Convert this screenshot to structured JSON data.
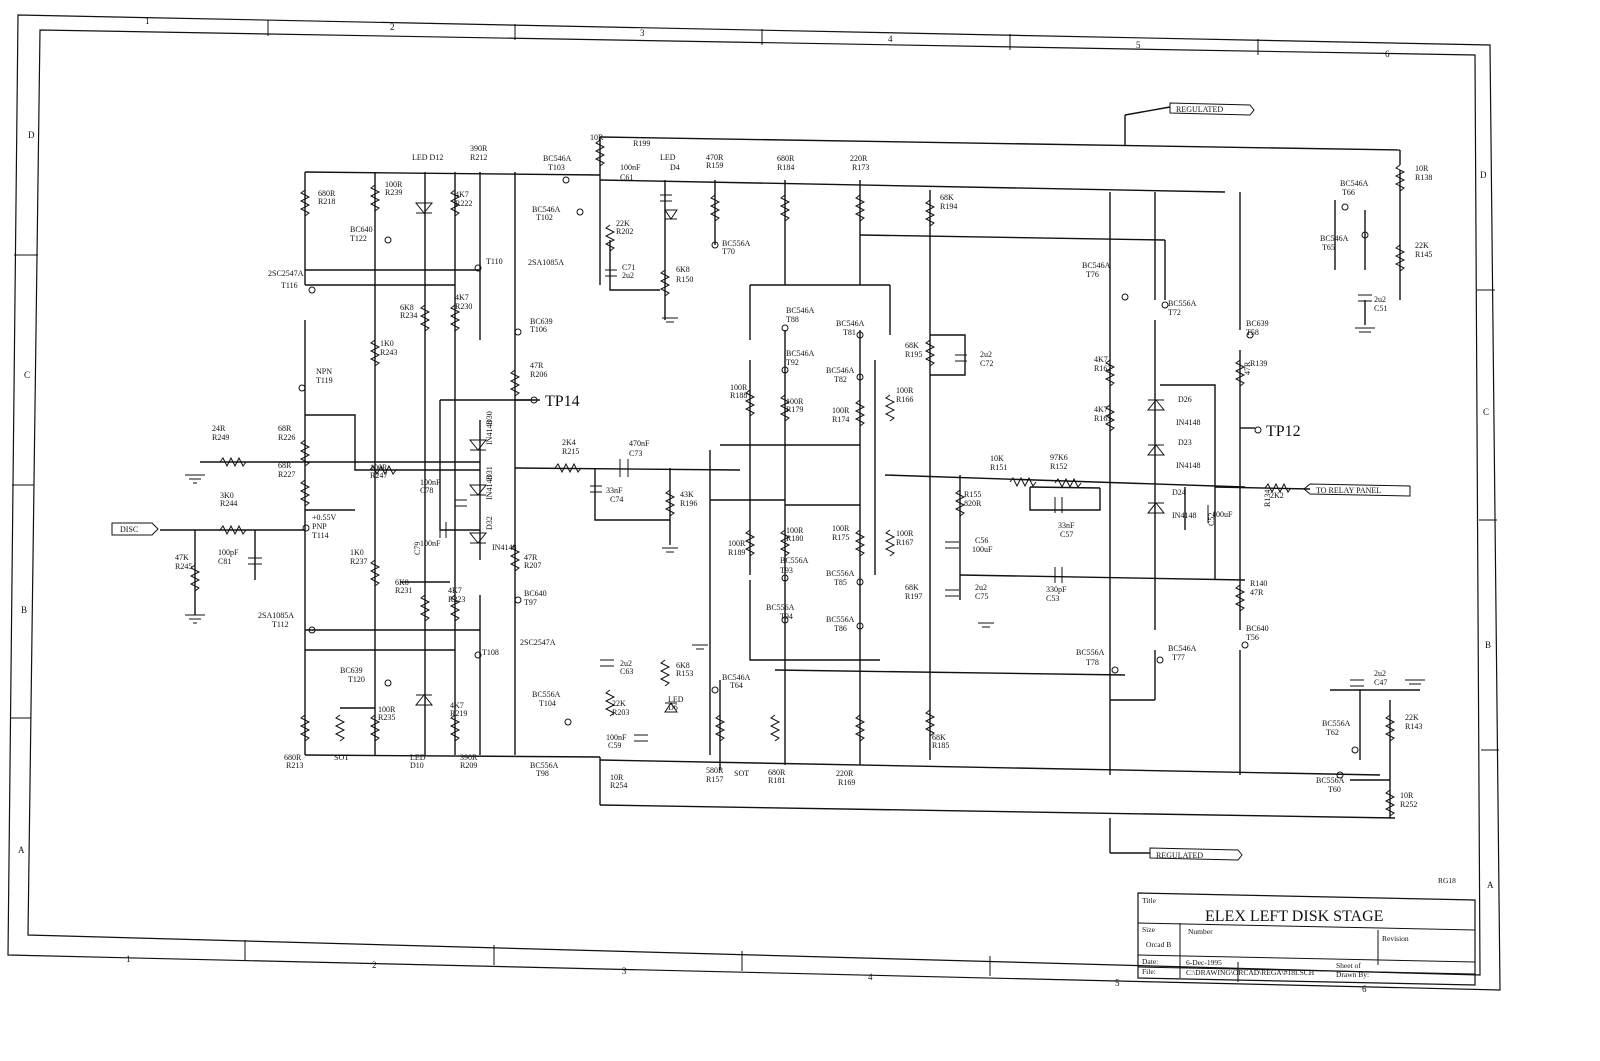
{
  "title_block": {
    "title_label": "Title",
    "title": "ELEX LEFT DISK STAGE",
    "size_label": "Size",
    "size_value": "Orcad B",
    "number_label": "Number",
    "revision_label": "Revision",
    "date_label": "Date:",
    "date_value": "6-Dec-1995",
    "sheet_label": "Sheet of",
    "file_label": "File:",
    "file_value": "C:\\DRAWING\\ORCAD\\REGA\\#18LSCH",
    "drawn_label": "Drawn By:",
    "code": "RG18"
  },
  "zones": {
    "cols_top": [
      "1",
      "2",
      "3",
      "4",
      "5",
      "6"
    ],
    "cols_bottom": [
      "1",
      "2",
      "3",
      "4",
      "5",
      "6"
    ],
    "rows_left": [
      "D",
      "C",
      "B",
      "A"
    ],
    "rows_right": [
      "D",
      "C",
      "B",
      "A"
    ]
  },
  "nets": {
    "regulated_top": "REGULATED",
    "regulated_bottom": "REGULATED",
    "disc": "DISC",
    "relay": "TO RELAY PANEL",
    "tp14": "TP14",
    "tp12": "TP12"
  },
  "labels": [
    {
      "t": "LED D12"
    },
    {
      "t": "390R"
    },
    {
      "t": "R212"
    },
    {
      "t": "680R"
    },
    {
      "t": "R218"
    },
    {
      "t": "100R"
    },
    {
      "t": "R239"
    },
    {
      "t": "4K7"
    },
    {
      "t": "R222"
    },
    {
      "t": "BC640"
    },
    {
      "t": "T122"
    },
    {
      "t": "T110"
    },
    {
      "t": "2SC2547A"
    },
    {
      "t": "T116"
    },
    {
      "t": "2SA1085A"
    },
    {
      "t": "6K8"
    },
    {
      "t": "R234"
    },
    {
      "t": "4K7"
    },
    {
      "t": "R230"
    },
    {
      "t": "BC639"
    },
    {
      "t": "T106"
    },
    {
      "t": "1K0"
    },
    {
      "t": "R243"
    },
    {
      "t": "NPN"
    },
    {
      "t": "T119"
    },
    {
      "t": "47R"
    },
    {
      "t": "R206"
    },
    {
      "t": "24R"
    },
    {
      "t": "R249"
    },
    {
      "t": "68R"
    },
    {
      "t": "R226"
    },
    {
      "t": "D30"
    },
    {
      "t": "IN4148"
    },
    {
      "t": "100R"
    },
    {
      "t": "R247"
    },
    {
      "t": "68R"
    },
    {
      "t": "R227"
    },
    {
      "t": "100nF"
    },
    {
      "t": "C78"
    },
    {
      "t": "D31"
    },
    {
      "t": "IN4148"
    },
    {
      "t": "3K0"
    },
    {
      "t": "R244"
    },
    {
      "t": "+0.55V"
    },
    {
      "t": "PNP"
    },
    {
      "t": "T114"
    },
    {
      "t": "100nF"
    },
    {
      "t": "C79"
    },
    {
      "t": "D32"
    },
    {
      "t": "IN4148"
    },
    {
      "t": "47R"
    },
    {
      "t": "R207"
    },
    {
      "t": "100pF"
    },
    {
      "t": "C81"
    },
    {
      "t": "47K"
    },
    {
      "t": "R245"
    },
    {
      "t": "1K0"
    },
    {
      "t": "R237"
    },
    {
      "t": "6K8"
    },
    {
      "t": "R231"
    },
    {
      "t": "4K7"
    },
    {
      "t": "R223"
    },
    {
      "t": "BC640"
    },
    {
      "t": "T97"
    },
    {
      "t": "2SA1085A"
    },
    {
      "t": "T112"
    },
    {
      "t": "T108"
    },
    {
      "t": "2SC2547A"
    },
    {
      "t": "BC639"
    },
    {
      "t": "T120"
    },
    {
      "t": "100R"
    },
    {
      "t": "R235"
    },
    {
      "t": "4K7"
    },
    {
      "t": "R219"
    },
    {
      "t": "680R"
    },
    {
      "t": "R213"
    },
    {
      "t": "SOT"
    },
    {
      "t": "LED"
    },
    {
      "t": "D10"
    },
    {
      "t": "390R"
    },
    {
      "t": "R209"
    },
    {
      "t": "10R"
    },
    {
      "t": "R199"
    },
    {
      "t": "BC546A"
    },
    {
      "t": "T103"
    },
    {
      "t": "LED"
    },
    {
      "t": "D4"
    },
    {
      "t": "470R"
    },
    {
      "t": "R159"
    },
    {
      "t": "100nF"
    },
    {
      "t": "C61"
    },
    {
      "t": "BC546A"
    },
    {
      "t": "T102"
    },
    {
      "t": "22K"
    },
    {
      "t": "R202"
    },
    {
      "t": "BC556A"
    },
    {
      "t": "T70"
    },
    {
      "t": "C71"
    },
    {
      "t": "2u2"
    },
    {
      "t": "6K8"
    },
    {
      "t": "R150"
    },
    {
      "t": "2K4"
    },
    {
      "t": "R215"
    },
    {
      "t": "470nF"
    },
    {
      "t": "C73"
    },
    {
      "t": "33nF"
    },
    {
      "t": "C74"
    },
    {
      "t": "43K"
    },
    {
      "t": "R196"
    },
    {
      "t": "2u2"
    },
    {
      "t": "C63"
    },
    {
      "t": "6K8"
    },
    {
      "t": "R153"
    },
    {
      "t": "22K"
    },
    {
      "t": "R203"
    },
    {
      "t": "BC546A"
    },
    {
      "t": "T64"
    },
    {
      "t": "BC556A"
    },
    {
      "t": "T104"
    },
    {
      "t": "LED"
    },
    {
      "t": "D6"
    },
    {
      "t": "100nF"
    },
    {
      "t": "C59"
    },
    {
      "t": "BC556A"
    },
    {
      "t": "T98"
    },
    {
      "t": "10R"
    },
    {
      "t": "R254"
    },
    {
      "t": "580R"
    },
    {
      "t": "R157"
    },
    {
      "t": "SOT"
    },
    {
      "t": "680R"
    },
    {
      "t": "R181"
    },
    {
      "t": "680R"
    },
    {
      "t": "R184"
    },
    {
      "t": "220R"
    },
    {
      "t": "R173"
    },
    {
      "t": "BC546A"
    },
    {
      "t": "T88"
    },
    {
      "t": "BC546A"
    },
    {
      "t": "T81"
    },
    {
      "t": "BC546A"
    },
    {
      "t": "T92"
    },
    {
      "t": "BC546A"
    },
    {
      "t": "T82"
    },
    {
      "t": "100R"
    },
    {
      "t": "R188"
    },
    {
      "t": "100R"
    },
    {
      "t": "R179"
    },
    {
      "t": "100R"
    },
    {
      "t": "R174"
    },
    {
      "t": "100R"
    },
    {
      "t": "R166"
    },
    {
      "t": "100R"
    },
    {
      "t": "R180"
    },
    {
      "t": "100R"
    },
    {
      "t": "R189"
    },
    {
      "t": "100R"
    },
    {
      "t": "R175"
    },
    {
      "t": "100R"
    },
    {
      "t": "R167"
    },
    {
      "t": "BC556A"
    },
    {
      "t": "T93"
    },
    {
      "t": "BC556A"
    },
    {
      "t": "T85"
    },
    {
      "t": "BC556A"
    },
    {
      "t": "T94"
    },
    {
      "t": "BC556A"
    },
    {
      "t": "T86"
    },
    {
      "t": "220R"
    },
    {
      "t": "R169"
    },
    {
      "t": "68K"
    },
    {
      "t": "R194"
    },
    {
      "t": "68K"
    },
    {
      "t": "R195"
    },
    {
      "t": "2u2"
    },
    {
      "t": "C72"
    },
    {
      "t": "R155"
    },
    {
      "t": "820R"
    },
    {
      "t": "C56"
    },
    {
      "t": "100uF"
    },
    {
      "t": "68K"
    },
    {
      "t": "R197"
    },
    {
      "t": "2u2"
    },
    {
      "t": "C75"
    },
    {
      "t": "68K"
    },
    {
      "t": "R185"
    },
    {
      "t": "10K"
    },
    {
      "t": "R151"
    },
    {
      "t": "97K6"
    },
    {
      "t": "R152"
    },
    {
      "t": "33nF"
    },
    {
      "t": "C57"
    },
    {
      "t": "330pF"
    },
    {
      "t": "C53"
    },
    {
      "t": "BC546A"
    },
    {
      "t": "T76"
    },
    {
      "t": "BC556A"
    },
    {
      "t": "T72"
    },
    {
      "t": "BC639"
    },
    {
      "t": "T58"
    },
    {
      "t": "4K7"
    },
    {
      "t": "R162"
    },
    {
      "t": "4K7"
    },
    {
      "t": "R163"
    },
    {
      "t": "D26"
    },
    {
      "t": "IN4148"
    },
    {
      "t": "D23"
    },
    {
      "t": "IN4148"
    },
    {
      "t": "D24"
    },
    {
      "t": "IN4148"
    },
    {
      "t": "R139"
    },
    {
      "t": "47R"
    },
    {
      "t": "100uF"
    },
    {
      "t": "C52"
    },
    {
      "t": "2K2"
    },
    {
      "t": "R134"
    },
    {
      "t": "R140"
    },
    {
      "t": "47R"
    },
    {
      "t": "BC556A"
    },
    {
      "t": "T78"
    },
    {
      "t": "BC546A"
    },
    {
      "t": "T77"
    },
    {
      "t": "BC640"
    },
    {
      "t": "T56"
    },
    {
      "t": "BC546A"
    },
    {
      "t": "T66"
    },
    {
      "t": "BC546A"
    },
    {
      "t": "T65"
    },
    {
      "t": "10R"
    },
    {
      "t": "R138"
    },
    {
      "t": "22K"
    },
    {
      "t": "R145"
    },
    {
      "t": "2u2"
    },
    {
      "t": "C51"
    },
    {
      "t": "2u2"
    },
    {
      "t": "C47"
    },
    {
      "t": "22K"
    },
    {
      "t": "R143"
    },
    {
      "t": "BC556A"
    },
    {
      "t": "T62"
    },
    {
      "t": "BC556A"
    },
    {
      "t": "T60"
    },
    {
      "t": "10R"
    },
    {
      "t": "R252"
    }
  ]
}
